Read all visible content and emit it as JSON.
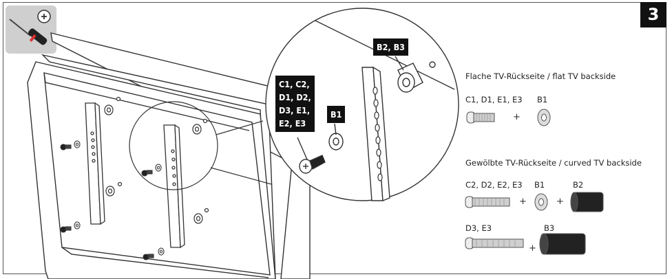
{
  "step_number": "3",
  "tool": "screwdriver-icon",
  "callouts": {
    "screws": "C1, C2,\nD1, D2,\nD3, E1,\nE2, E3",
    "washer": "B1",
    "spacer": "B2, B3"
  },
  "flat": {
    "heading": "Flache TV-Rückseite / flat TV backside",
    "screw_label": "C1, D1, E1, E3",
    "washer_label": "B1",
    "plus": "+"
  },
  "curved": {
    "heading": "Gewölbte TV-Rückseite / curved TV backside",
    "row1": {
      "screw_label": "C2, D2, E2, E3",
      "washer_label": "B1",
      "spacer_label": "B2",
      "plus1": "+",
      "plus2": "+"
    },
    "row2": {
      "screw_label": "D3, E3",
      "spacer_label": "B3",
      "plus": "+"
    }
  }
}
